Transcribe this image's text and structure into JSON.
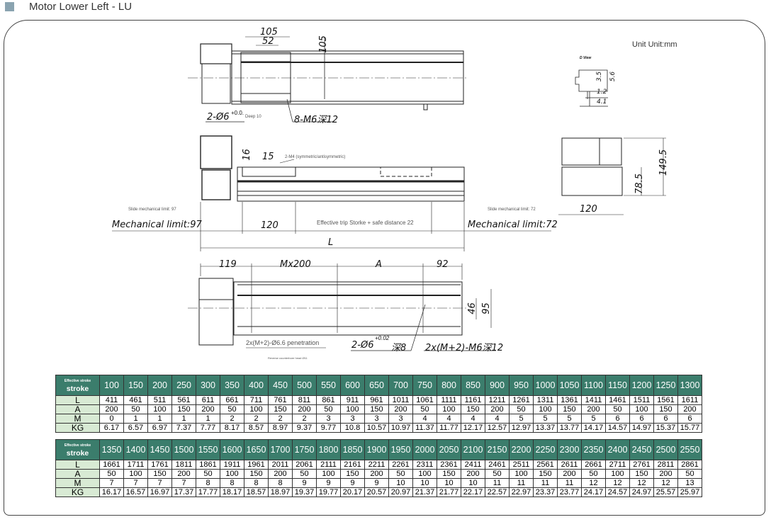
{
  "header": {
    "title": "Motor Lower Left - LU"
  },
  "unit_label": "Unit Unit:mm",
  "drawing": {
    "top_view": {
      "dim_105_h": "105",
      "dim_52": "52",
      "dim_105_v": "105",
      "hole_note": "2-Ø6",
      "hole_tol": "+0.0.",
      "deep_note": "Deep 10",
      "thread_note": "8-M6深12"
    },
    "d_view": {
      "title": "D View",
      "dim_35": "3.5",
      "dim_56": "5.6",
      "dim_12": "1.2",
      "dim_41": "4.1"
    },
    "side_view": {
      "dim_16": "16",
      "dim_15": "15",
      "m4_note": "2-M4 (symmetric/antisymmetric)",
      "slide_limit_left": "Slide mechanical limit: 97",
      "slide_limit_right": "Slide mechanical limit: 72",
      "mech_limit_left": "Mechanical limit:97",
      "mech_limit_right": "Mechanical limit:72",
      "dim_120": "120",
      "stroke_note": "Effective trip Storke + safe distance 22",
      "dim_L": "L"
    },
    "end_view": {
      "dim_1495": "149.5",
      "dim_785": "78.5",
      "dim_120": "120"
    },
    "bottom_view": {
      "dim_119": "119",
      "dim_mx200": "Mx200",
      "dim_A": "A",
      "dim_92": "92",
      "dim_46": "46",
      "dim_95": "95",
      "penetration_note": "2x(M+2)-Ø6.6 penetration",
      "counterbore_note": "Reverse counterbore head Ø11",
      "pin_note": "2-Ø6",
      "pin_tol": "+0.02",
      "pin_depth": "深8",
      "thread_note": "2x(M+2)-M6深12"
    }
  },
  "table": {
    "header_small": "Effective stroke",
    "header_main": "stroke",
    "row_labels": [
      "L",
      "A",
      "M",
      "KG"
    ],
    "blocks": [
      {
        "stroke": [
          "100",
          "150",
          "200",
          "250",
          "300",
          "350",
          "400",
          "450",
          "500",
          "550",
          "600",
          "650",
          "700",
          "750",
          "800",
          "850",
          "900",
          "950",
          "1000",
          "1050",
          "1100",
          "1150",
          "1200",
          "1250",
          "1300"
        ],
        "L": [
          "411",
          "461",
          "511",
          "561",
          "611",
          "661",
          "711",
          "761",
          "811",
          "861",
          "911",
          "961",
          "1011",
          "1061",
          "1111",
          "1161",
          "1211",
          "1261",
          "1311",
          "1361",
          "1411",
          "1461",
          "1511",
          "1561",
          "1611"
        ],
        "A": [
          "200",
          "50",
          "100",
          "150",
          "200",
          "50",
          "100",
          "150",
          "200",
          "50",
          "100",
          "150",
          "200",
          "50",
          "100",
          "150",
          "200",
          "50",
          "100",
          "150",
          "200",
          "50",
          "100",
          "150",
          "200"
        ],
        "M": [
          "0",
          "1",
          "1",
          "1",
          "1",
          "2",
          "2",
          "2",
          "2",
          "3",
          "3",
          "3",
          "3",
          "4",
          "4",
          "4",
          "4",
          "5",
          "5",
          "5",
          "5",
          "6",
          "6",
          "6",
          "6"
        ],
        "KG": [
          "6.17",
          "6.57",
          "6.97",
          "7.37",
          "7.77",
          "8.17",
          "8.57",
          "8.97",
          "9.37",
          "9.77",
          "10.8",
          "10.57",
          "10.97",
          "11.37",
          "11.77",
          "12.17",
          "12.57",
          "12.97",
          "13.37",
          "13.77",
          "14.17",
          "14.57",
          "14.97",
          "15.37",
          "15.77"
        ]
      },
      {
        "stroke": [
          "1350",
          "1400",
          "1450",
          "1500",
          "1550",
          "1600",
          "1650",
          "1700",
          "1750",
          "1800",
          "1850",
          "1900",
          "1950",
          "2000",
          "2050",
          "2100",
          "2150",
          "2200",
          "2250",
          "2300",
          "2350",
          "2400",
          "2450",
          "2500",
          "2550"
        ],
        "L": [
          "1661",
          "1711",
          "1761",
          "1811",
          "1861",
          "1911",
          "1961",
          "2011",
          "2061",
          "2111",
          "2161",
          "2211",
          "2261",
          "2311",
          "2361",
          "2411",
          "2461",
          "2511",
          "2561",
          "2611",
          "2661",
          "2711",
          "2761",
          "2811",
          "2861"
        ],
        "A": [
          "50",
          "100",
          "150",
          "200",
          "50",
          "100",
          "150",
          "200",
          "50",
          "100",
          "150",
          "200",
          "50",
          "100",
          "150",
          "200",
          "50",
          "100",
          "150",
          "200",
          "50",
          "100",
          "150",
          "200",
          "50"
        ],
        "M": [
          "7",
          "7",
          "7",
          "7",
          "8",
          "8",
          "8",
          "8",
          "9",
          "9",
          "9",
          "9",
          "10",
          "10",
          "10",
          "10",
          "11",
          "11",
          "11",
          "11",
          "12",
          "12",
          "12",
          "12",
          "13"
        ],
        "KG": [
          "16.17",
          "16.57",
          "16.97",
          "17.37",
          "17.77",
          "18.17",
          "18.57",
          "18.97",
          "19.37",
          "19.77",
          "20.17",
          "20.57",
          "20.97",
          "21.37",
          "21.77",
          "22.17",
          "22.57",
          "22.97",
          "23.37",
          "23.77",
          "24.17",
          "24.57",
          "24.97",
          "25.57",
          "25.97"
        ]
      }
    ]
  }
}
